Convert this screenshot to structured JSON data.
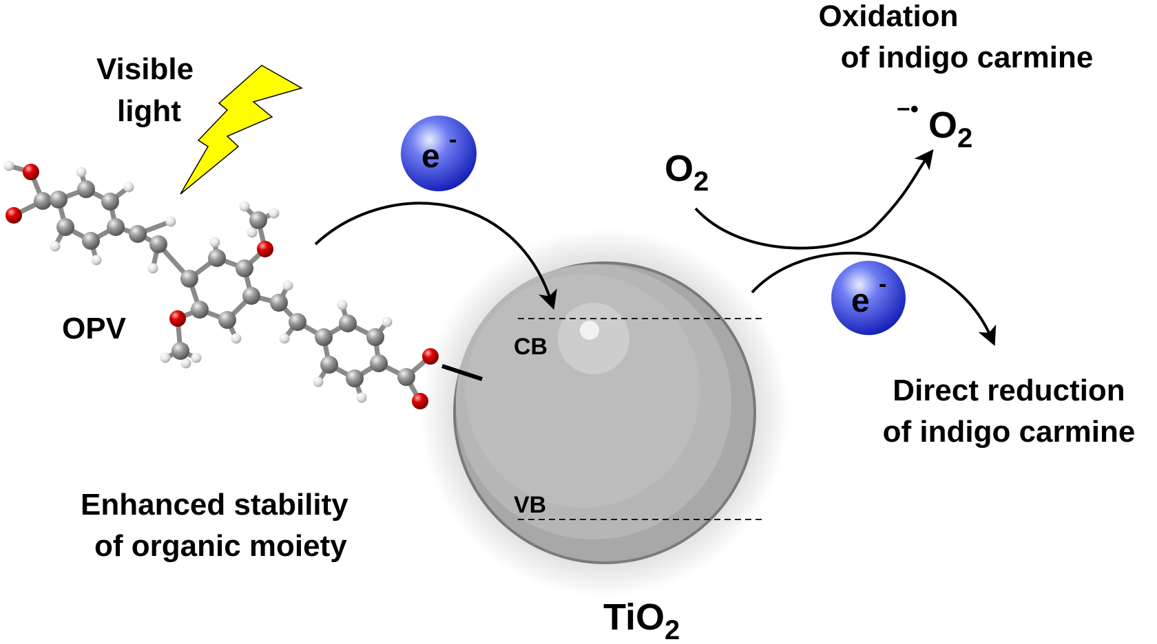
{
  "labels": {
    "light_line1": "Visible",
    "light_line2": "light",
    "molecule": "OPV",
    "stability_line1": "Enhanced stability",
    "stability_line2": "of organic moiety",
    "cb": "CB",
    "vb": "VB",
    "tio2_main": "TiO",
    "tio2_sub": "2",
    "o2_main": "O",
    "o2_sub": "2",
    "superoxide_main": "O",
    "superoxide_sub": "2",
    "superoxide_charge": "−•",
    "electron_main": "e",
    "electron_charge": "-",
    "oxidation_line1": "Oxidation",
    "oxidation_line2": "of indigo carmine",
    "reduction_line1": "Direct reduction",
    "reduction_line2": "of indigo carmine"
  },
  "colors": {
    "oxidation_text": "#e8191f",
    "reduction_text": "#1c1ce0",
    "electron_sphere": "#2b3be0",
    "lightning": "#ffff00",
    "particle": "#b4b4b4",
    "oxygen_atom": "#cc0000",
    "carbon_atom": "#8c8c8c",
    "hydrogen_atom": "#e6e6e6"
  },
  "icons": {
    "light": "lightning-bolt-icon",
    "electron": "electron-sphere-icon"
  }
}
